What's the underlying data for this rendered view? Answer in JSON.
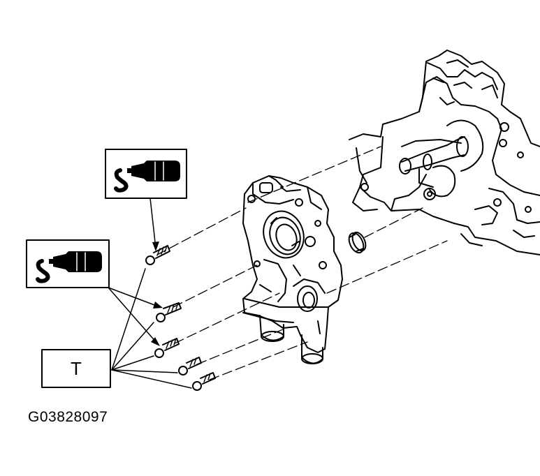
{
  "callouts": {
    "torque_label": "T"
  },
  "figure_id": "G03828097",
  "icons": {
    "sealant_symbol": "sealant-tube-icon",
    "torque_symbol": "torque-box"
  }
}
